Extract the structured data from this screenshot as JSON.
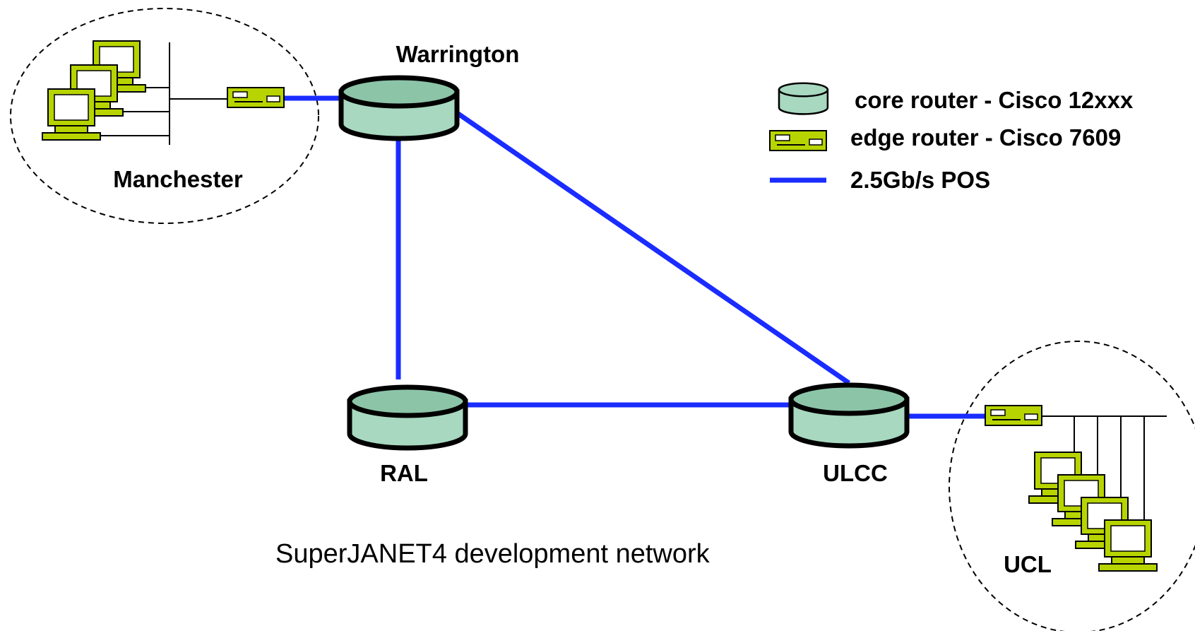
{
  "nodes": {
    "warrington": "Warrington",
    "ral": "RAL",
    "ulcc": "ULCC",
    "manchester": "Manchester",
    "ucl": "UCL"
  },
  "legend": {
    "core_router": "core router - Cisco 12xxx",
    "edge_router": "edge router - Cisco 7609",
    "link": "2.5Gb/s POS"
  },
  "caption": "SuperJANET4 development network",
  "colors": {
    "link": "#1a2cff",
    "router_fill": "#a8d8c0",
    "router_top": "#8cc4a8",
    "terminal": "#b8d400"
  },
  "icons": {
    "core_router": "core-router-icon",
    "edge_router": "edge-router-icon",
    "workstation": "workstation-icon"
  }
}
